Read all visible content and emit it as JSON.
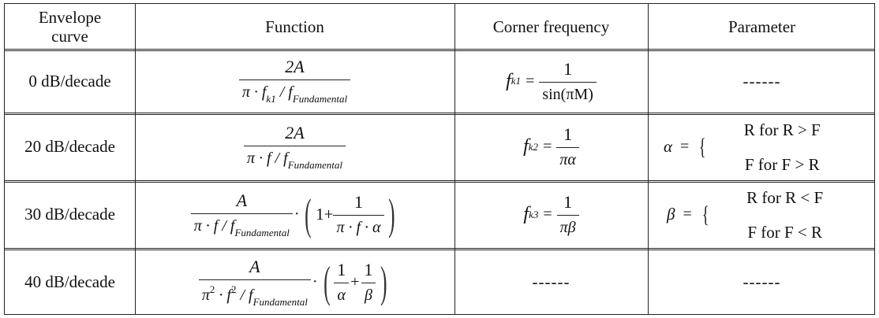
{
  "headers": {
    "envelope": "Envelope curve",
    "function": "Function",
    "corner": "Corner frequency",
    "parameter": "Parameter"
  },
  "rows": [
    {
      "envelope": "0 dB/decade",
      "func_num": "2A",
      "func_den_pre": "π · f",
      "func_den_sub": "k1",
      "func_den_mid": " / f",
      "func_den_sub2": "Fundamental",
      "corner_lhs": "f",
      "corner_sub": "k1",
      "corner_eq": "=",
      "corner_num": "1",
      "corner_den": "sin(πM)",
      "param": "------"
    },
    {
      "envelope": "20 dB/decade",
      "func_num": "2A",
      "func_den_pre": "π · f / f",
      "func_den_sub": "Fundamental",
      "corner_lhs": "f",
      "corner_sub": "k2",
      "corner_eq": "=",
      "corner_num": "1",
      "corner_den": "πα",
      "param_sym": "α",
      "param_eq": "=",
      "param_case1": "R for R > F",
      "param_case2": "F for F > R"
    },
    {
      "envelope": "30 dB/decade",
      "func_num": "A",
      "func_den_pre": "π · f / f",
      "func_den_sub": "Fundamental",
      "func_dot": "·",
      "inner_one": "1+",
      "inner_num": "1",
      "inner_den": "π · f · α",
      "corner_lhs": "f",
      "corner_sub": "k3",
      "corner_eq": "=",
      "corner_num": "1",
      "corner_den": "πβ",
      "param_sym": "β",
      "param_eq": "=",
      "param_case1": "R for R < F",
      "param_case2": "F for F < R"
    },
    {
      "envelope": "40 dB/decade",
      "func_num": "A",
      "func_den_pre": "π",
      "func_den_sup": "2",
      "func_den_mid": " · f",
      "func_den_sup2": "2",
      "func_den_end": " / f",
      "func_den_sub": "Fundamental",
      "func_dot": "·",
      "inner_a_num": "1",
      "inner_a_den": "α",
      "inner_plus": "+",
      "inner_b_num": "1",
      "inner_b_den": "β",
      "corner": "------",
      "param": "------"
    }
  ]
}
